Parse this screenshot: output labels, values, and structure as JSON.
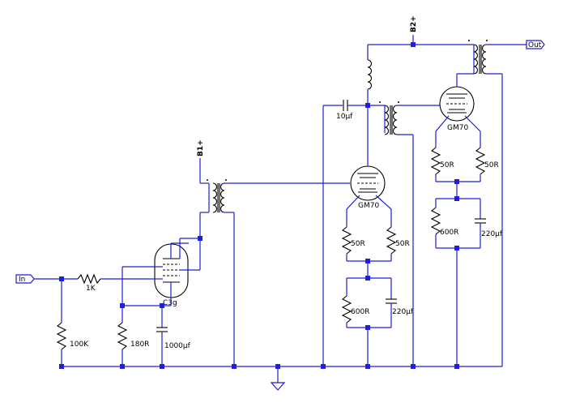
{
  "labels": {
    "input": "In",
    "output": "Out",
    "b1": "B1+",
    "b2": "B2+",
    "r_1k": "1K",
    "r_100k": "100K",
    "r_180r": "180R",
    "c_1000uf": "1000µf",
    "tube1": "C3g",
    "c_10uf": "10µf",
    "tube2": "GM70",
    "tube3": "GM70",
    "r2a": "50R",
    "r2b": "50R",
    "r2c": "600R",
    "c2": "220µf",
    "r3a": "50R",
    "r3b": "50R",
    "r3c": "600R",
    "c3": "220µf"
  },
  "colors": {
    "wire": "#1f1fd6",
    "component": "#000000",
    "background": "#ffffff"
  }
}
